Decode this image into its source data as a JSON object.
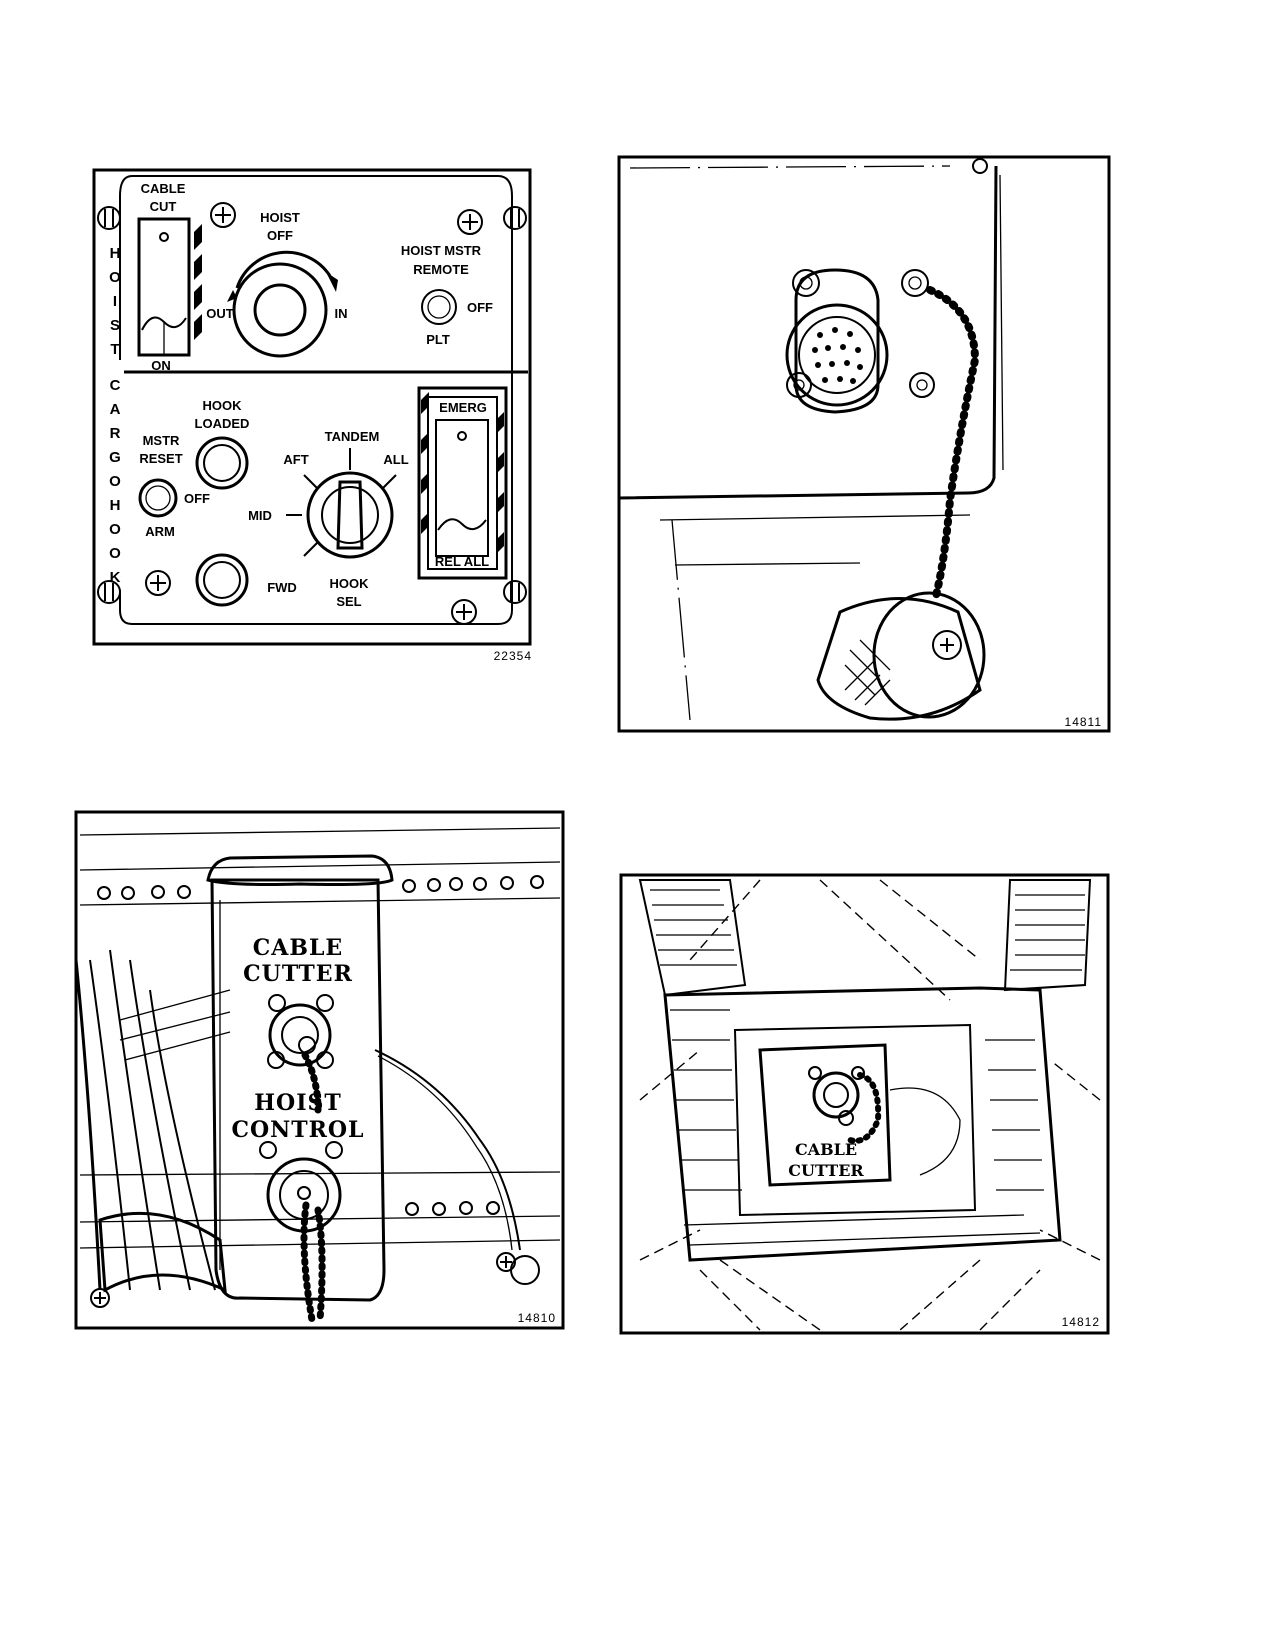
{
  "panel": {
    "cable_cut": [
      "CABLE",
      "CUT"
    ],
    "cable_cut_on": "ON",
    "hoist": [
      "HOIST",
      "OFF"
    ],
    "hoist_out": "OUT",
    "hoist_in": "IN",
    "hoist_mstr": [
      "HOIST MSTR",
      "REMOTE"
    ],
    "hoist_mstr_off": "OFF",
    "hoist_mstr_plt": "PLT",
    "side_title": [
      "H",
      "O",
      "I",
      "S",
      "T",
      " ",
      "C",
      "A",
      "R",
      "G",
      "O",
      " ",
      "H",
      "O",
      "O",
      "K"
    ],
    "hook_loaded": [
      "HOOK",
      "LOADED"
    ],
    "mstr_reset": [
      "MSTR",
      "RESET"
    ],
    "mstr_off": "OFF",
    "mstr_arm": "ARM",
    "selector": {
      "tandem": "TANDEM",
      "aft": "AFT",
      "all": "ALL",
      "mid": "MID",
      "fwd": "FWD",
      "hook_sel": [
        "HOOK",
        "SEL"
      ]
    },
    "emerg": "EMERG",
    "rel_all": "REL  ALL",
    "figure_id": "22354"
  },
  "receptacle_cap": {
    "figure_id": "14811"
  },
  "connector_box": {
    "label1": [
      "CABLE",
      "CUTTER"
    ],
    "label2": [
      "HOIST",
      "CONTROL"
    ],
    "figure_id": "14810"
  },
  "pocket": {
    "label": [
      "CABLE",
      "CUTTER"
    ],
    "figure_id": "14812"
  }
}
